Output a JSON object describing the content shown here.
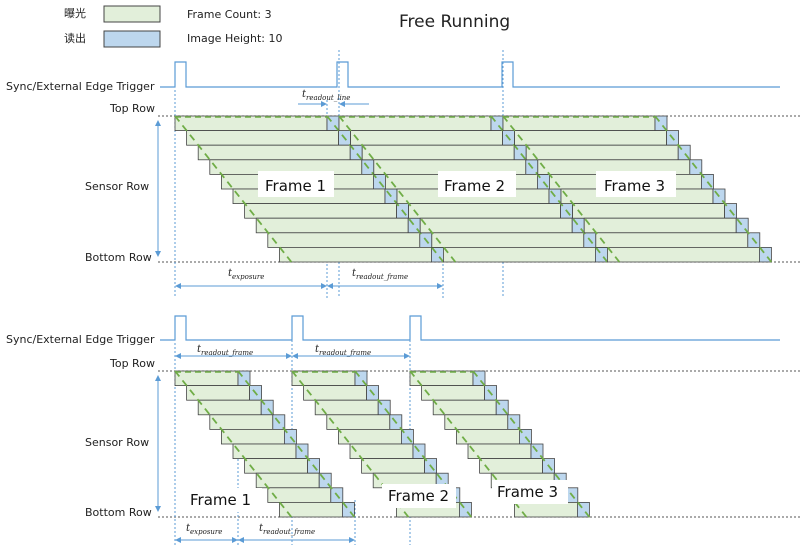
{
  "title": "Free Running",
  "legend": {
    "exposure_label": "曝光",
    "readout_label": "读出",
    "frame_count": "Frame Count: 3",
    "image_height": "Image Height: 10"
  },
  "colors": {
    "exposure_fill": "#e2efda",
    "readout_fill": "#bdd7ee",
    "signal": "#5b9bd5",
    "diagonal": "#70ad47",
    "guide": "#5b9bd5",
    "border": "#444444"
  },
  "top_diagram": {
    "trigger_label": "Sync/External Edge Trigger",
    "row_labels": {
      "top": "Top Row",
      "sensor": "Sensor Row",
      "bottom": "Bottom Row"
    },
    "frames": [
      "Frame 1",
      "Frame 2",
      "Frame 3"
    ],
    "annotations": {
      "readout_line": {
        "main": "t",
        "sub": "readout_line"
      },
      "exposure": {
        "main": "t",
        "sub": "exposure"
      },
      "readout_frame": {
        "main": "t",
        "sub": "readout_frame"
      }
    }
  },
  "bottom_diagram": {
    "trigger_label": "Sync/External Edge Trigger",
    "row_labels": {
      "top": "Top Row",
      "sensor": "Sensor Row",
      "bottom": "Bottom Row"
    },
    "frames": [
      "Frame 1",
      "Frame 2",
      "Frame 3"
    ],
    "annotations": {
      "readout_frame_1": {
        "main": "t",
        "sub": "readout_frame"
      },
      "readout_frame_2": {
        "main": "t",
        "sub": "readout_frame"
      },
      "exposure": {
        "main": "t",
        "sub": "exposure"
      },
      "readout_frame_3": {
        "main": "t",
        "sub": "readout_frame"
      }
    }
  }
}
